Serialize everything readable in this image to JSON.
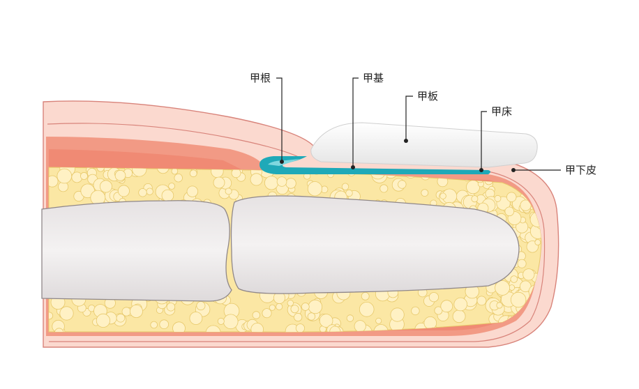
{
  "labels": {
    "nail_root": "甲根",
    "nail_matrix": "甲基",
    "nail_plate": "甲板",
    "nail_bed": "甲床",
    "hyponychium": "甲下皮"
  },
  "colors": {
    "skin_outer": "#fbd9cf",
    "skin_line": "#d8837a",
    "dermis": "#f29a85",
    "dermis_deep": "#ee7d66",
    "fat": "#fbe7a4",
    "fat_bubble": "#fff1c4",
    "fat_edge": "#e7c86a",
    "bone": "#e9e5e6",
    "bone_edge": "#8f8789",
    "nail_plate": "#f3f3f3",
    "matrix": "#1fa9b8",
    "matrix_light": "#7fd8df",
    "leader_line": "#222222"
  }
}
